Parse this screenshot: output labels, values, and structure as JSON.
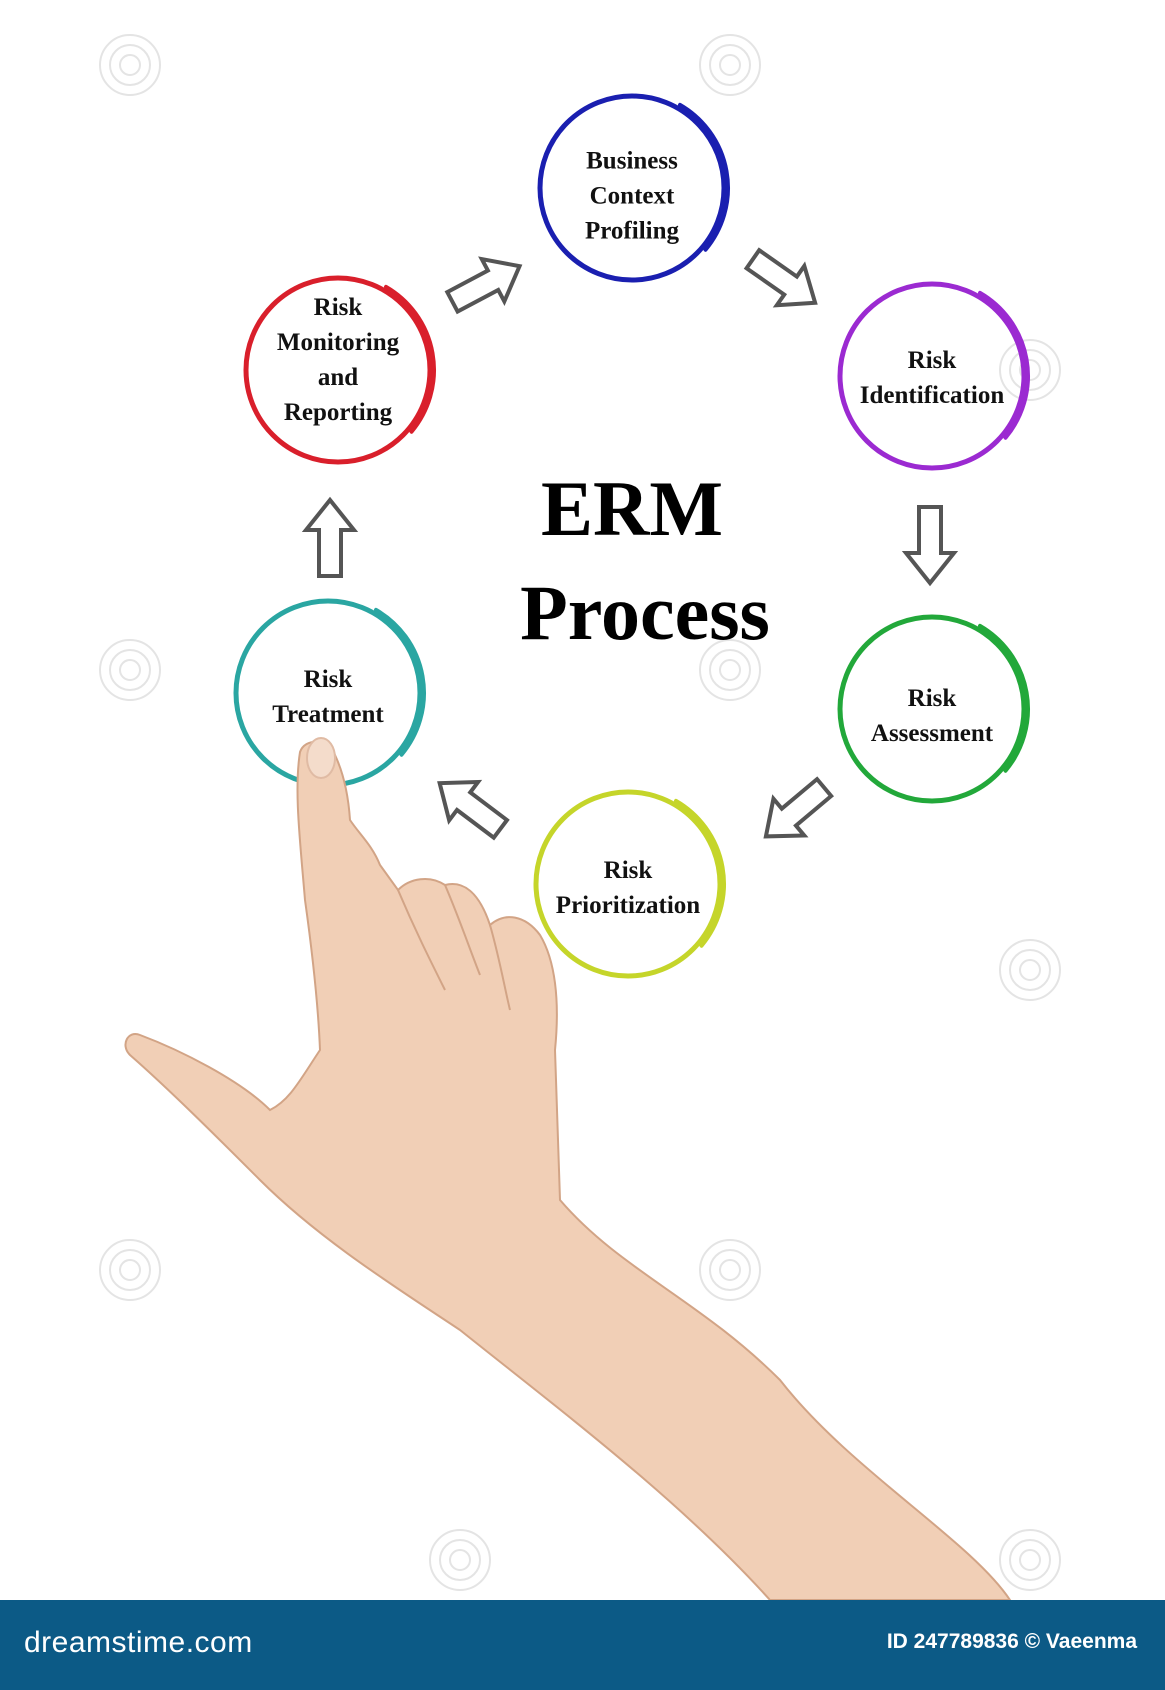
{
  "diagram": {
    "title_line1": "ERM",
    "title_line2": "Process",
    "nodes": [
      {
        "id": "business-context-profiling",
        "lines": [
          "Business",
          "Context",
          "Profiling"
        ],
        "color": "#1a1fb0"
      },
      {
        "id": "risk-identification",
        "lines": [
          "Risk",
          "Identification"
        ],
        "color": "#9b2ad1"
      },
      {
        "id": "risk-assessment",
        "lines": [
          "Risk",
          "Assessment"
        ],
        "color": "#22a83a"
      },
      {
        "id": "risk-prioritization",
        "lines": [
          "Risk",
          "Prioritization"
        ],
        "color": "#c5d52a"
      },
      {
        "id": "risk-treatment",
        "lines": [
          "Risk",
          "Treatment"
        ],
        "color": "#2aa6a2"
      },
      {
        "id": "risk-monitoring-and-reporting",
        "lines": [
          "Risk",
          "Monitoring",
          "and",
          "Reporting"
        ],
        "color": "#d91f2b"
      }
    ],
    "arrow_color": "#555555"
  },
  "footer": {
    "brand": "dreamstime.com",
    "credit": "ID 247789836 © Vaeenma",
    "background": "#0c5a86"
  }
}
